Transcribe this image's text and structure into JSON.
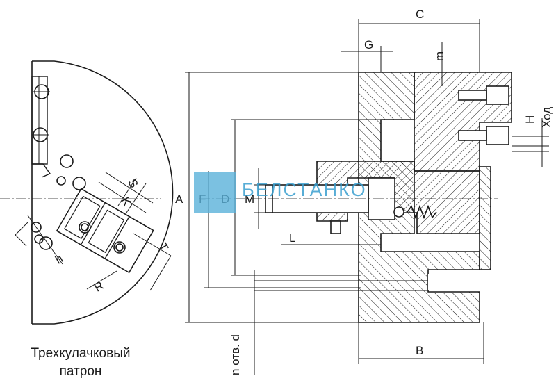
{
  "caption": {
    "line1": "Трехкулачковый",
    "line2": "патрон"
  },
  "watermark": {
    "text": "БЕЛСТАНКО",
    "color": "#3a9fd0"
  },
  "dimensions": {
    "A": "A",
    "B": "B",
    "C": "C",
    "D": "D",
    "F": "F",
    "G": "G",
    "H": "H",
    "hod": "Ход",
    "L": "L",
    "M": "M",
    "m": "m",
    "n_holes": "n отв. d",
    "S": "S",
    "K": "K",
    "T": "T",
    "R": "R",
    "h": "h"
  },
  "colors": {
    "line": "#1a1a1a",
    "hatch": "#1a1a1a",
    "watermark": "#5ab1da"
  }
}
